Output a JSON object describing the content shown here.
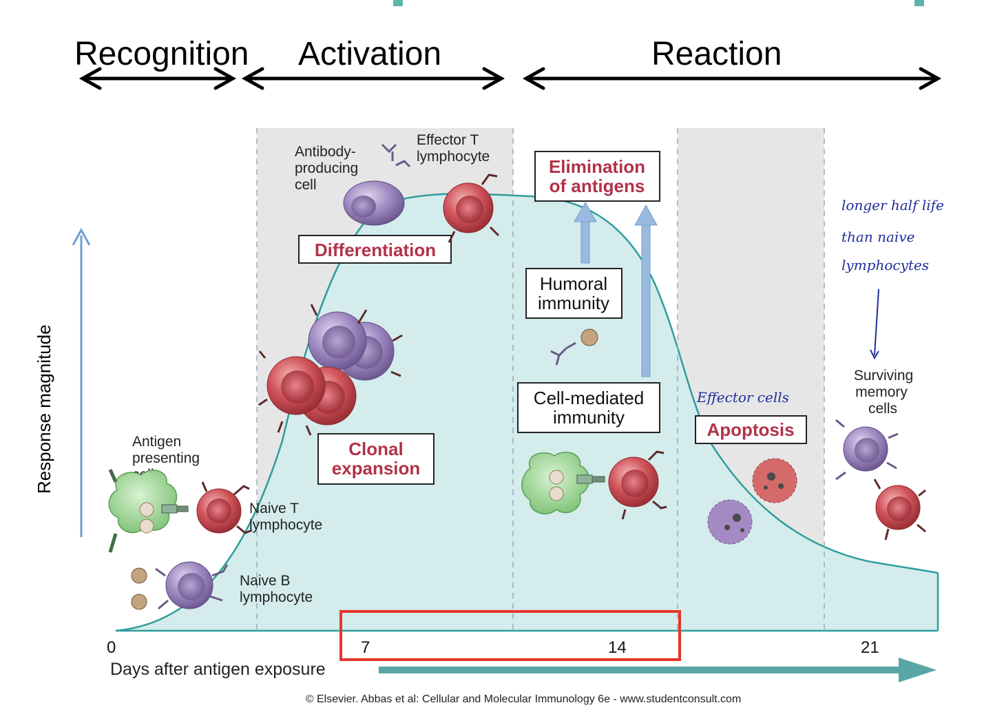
{
  "phases": {
    "recognition": "Recognition",
    "activation": "Activation",
    "reaction": "Reaction"
  },
  "axes": {
    "y_label": "Response magnitude",
    "x_label": "Days after antigen exposure",
    "ticks": [
      "0",
      "7",
      "14",
      "21"
    ]
  },
  "labels": {
    "antibody_cell": [
      "Antibody-",
      "producing",
      "cell"
    ],
    "effector_t": [
      "Effector T",
      "lymphocyte"
    ],
    "elimination": [
      "Elimination",
      "of antigens"
    ],
    "differentiation": "Differentiation",
    "humoral": [
      "Humoral",
      "immunity"
    ],
    "clonal": [
      "Clonal",
      "expansion"
    ],
    "cell_mediated": [
      "Cell-mediated",
      "immunity"
    ],
    "apoptosis": "Apoptosis",
    "apc": [
      "Antigen",
      "presenting",
      "cell"
    ],
    "naive_t": [
      "Naive T",
      "lymphocyte"
    ],
    "naive_b": [
      "Naive B",
      "lymphocyte"
    ],
    "memory": [
      "Surviving",
      "memory",
      "cells"
    ]
  },
  "handwriting": {
    "note": [
      "longer half life",
      "than naive",
      "lymphocytes"
    ],
    "effector": "Effector cells"
  },
  "credit": "© Elsevier. Abbas et al: Cellular and Molecular Immunology 6e - www.studentconsult.com",
  "colors": {
    "curve_fill": "#d4ecec",
    "curve_line": "#2f9c9c",
    "shaded_band": "#e6e6e6",
    "red_label": "#b23248",
    "highlight_box": "#e4352b",
    "blue_arrow": "#6f9fd1",
    "t_cell": "#c8474f",
    "b_cell": "#9a82b8",
    "apc": "#8fcf8a",
    "handwriting": "#1f2d9c"
  }
}
